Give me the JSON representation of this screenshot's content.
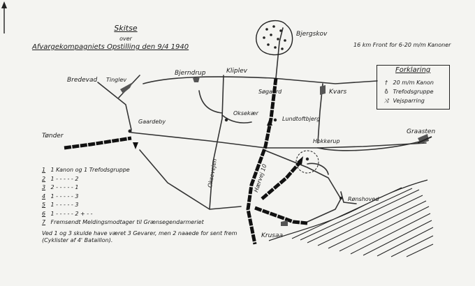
{
  "title": {
    "line1": "Skitse",
    "line2": "over",
    "line3": "Afvargekompagniets Opstilling den 9/4 1940"
  },
  "front_note": "16 km Front for 6-20 m/m Kanoner",
  "legend": {
    "title": "Forklaring",
    "items": [
      {
        "symbol": "†",
        "label": "20 m/m Kanon"
      },
      {
        "symbol": "♁",
        "label": "Trefodsgruppe"
      },
      {
        "symbol": "⤨",
        "label": "Vejsparring"
      }
    ]
  },
  "places": {
    "bjergskov": "Bjergskov",
    "bredevad": "Bredevad",
    "tinglev": "Tinglev",
    "bjerndrup": "Bjerndrup",
    "kliplev": "Kliplev",
    "soegaard": "Søgaard",
    "kvars": "Kvars",
    "gaardeby": "Gaardeby",
    "oksekaer": "Oksekær",
    "lundtoftbjerg": "Lundtoftbjerg",
    "graasten": "Graasten",
    "toender": "Tønder",
    "hokkerup": "Hokkerup",
    "oksevejen": "Oksevejen",
    "haervej": "Hærvej 10",
    "roenshoved": "Rønshoved",
    "krusaa": "Krusaa"
  },
  "key": [
    {
      "num": "1",
      "text": "1 Kanon og 1 Trefodsgruppe"
    },
    {
      "num": "2",
      "text": "1    -    -    -    -    -  2"
    },
    {
      "num": "3",
      "text": "2    -    -    -    -    -  1"
    },
    {
      "num": "4",
      "text": "1    -    -    -    -    -  3"
    },
    {
      "num": "5",
      "text": "1    -    -    -    -    -  3"
    },
    {
      "num": "6",
      "text": "1    -    -    -    -    -  2    +    -    -"
    },
    {
      "num": "7",
      "text": "Fremsendt Meldingsmodtager til Grænsegendarmeriet"
    }
  ],
  "note": "Ved 1 og 3 skulde have været 3 Gevarer, men 2 naaede for sent frem (Cyklister af 4' Bataillon)."
}
